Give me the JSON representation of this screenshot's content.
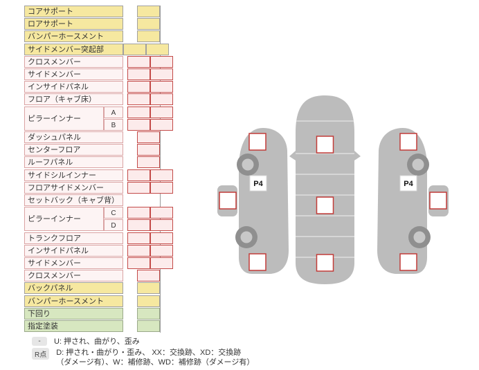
{
  "colors": {
    "yellow_fill": "#f6e8a0",
    "yellow_border": "#a0a0a0",
    "pink_label_fill": "#fdf4f4",
    "pink_label_border": "#daa3a3",
    "pink_cell_fill": "#fcebeb",
    "red_border": "#c34a48",
    "green_fill": "#d7e7c0",
    "green_border": "#9aa98a",
    "gray_body": "#bcbcbc",
    "wheel_outer": "#8f8f8f",
    "wheel_inner": "#c8c8c8",
    "marker_border": "#c23b38",
    "line_gray": "#999999"
  },
  "rows": [
    {
      "label": "コアサポート",
      "type": "yellow",
      "cells": "single"
    },
    {
      "label": "ロアサポート",
      "type": "yellow",
      "cells": "single"
    },
    {
      "label": "バンパーホースメント",
      "type": "yellow",
      "cells": "single"
    },
    {
      "label": "サイドメンバー突起部",
      "type": "yellow",
      "cells": "attached"
    },
    {
      "label": "クロスメンバー",
      "type": "pink",
      "cells": "pair"
    },
    {
      "label": "サイドメンバー",
      "type": "pink",
      "cells": "pair"
    },
    {
      "label": "インサイドパネル",
      "type": "pink",
      "cells": "pair"
    },
    {
      "label": "フロア（キャブ床）",
      "type": "pink",
      "cells": "pair"
    },
    {
      "label": "ピラーインナー",
      "type": "pink",
      "cells": "pair",
      "subs": [
        "A",
        "B"
      ]
    },
    {
      "label": "ダッシュパネル",
      "type": "pink",
      "cells": "single"
    },
    {
      "label": "センターフロア",
      "type": "pink",
      "cells": "single"
    },
    {
      "label": "ルーフパネル",
      "type": "pink",
      "cells": "single"
    },
    {
      "label": "サイドシルインナー",
      "type": "pink",
      "cells": "pair"
    },
    {
      "label": "フロアサイドメンバー",
      "type": "pink",
      "cells": "pair"
    },
    {
      "label": "セットバック（キャブ背）",
      "type": "pink",
      "cells": "none"
    },
    {
      "label": "ピラーインナー",
      "type": "pink",
      "cells": "pair",
      "subs": [
        "C",
        "D"
      ]
    },
    {
      "label": "トランクフロア",
      "type": "pink",
      "cells": "pair"
    },
    {
      "label": "インサイドパネル",
      "type": "pink",
      "cells": "pair"
    },
    {
      "label": "サイドメンバー",
      "type": "pink",
      "cells": "pair"
    },
    {
      "label": "クロスメンバー",
      "type": "pink",
      "cells": "single"
    },
    {
      "label": "バックパネル",
      "type": "yellow",
      "cells": "single"
    },
    {
      "label": "バンパーホースメント",
      "type": "yellow",
      "cells": "single"
    },
    {
      "label": "下回り",
      "type": "green",
      "cells": "single"
    },
    {
      "label": "指定塗装",
      "type": "green",
      "cells": "single"
    }
  ],
  "diagram": {
    "p4_left": "P4",
    "p4_right": "P4"
  },
  "legend": [
    {
      "key": "-",
      "text": "U: 押され、曲がり、歪み"
    },
    {
      "key": "R点",
      "text": "D: 押され・曲がり・歪み、 XX：交換跡、XD：交換跡",
      "text2": "（ダメージ有）、W：補修跡、WD：補修跡（ダメージ有）"
    }
  ]
}
